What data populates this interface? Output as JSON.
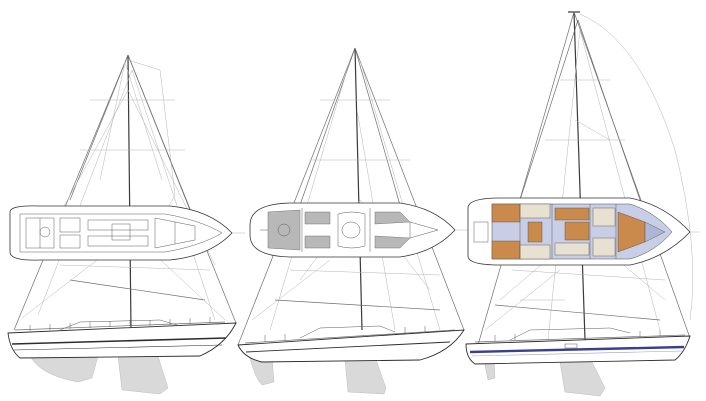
{
  "figure": {
    "boats": [
      {
        "id": "boat-1"
      },
      {
        "id": "boat-2"
      },
      {
        "id": "boat-3"
      }
    ],
    "colors": {
      "background": "#ffffff",
      "line": "#3a3a3a",
      "light_line": "#b4b4b4",
      "keel_fill": "#d9d9d9",
      "wood": "#c98a4b",
      "interior_blue": "#c7cee6",
      "hull_stripe": "#3b3f8f",
      "cabin_grey": "#b8b8b8"
    }
  }
}
